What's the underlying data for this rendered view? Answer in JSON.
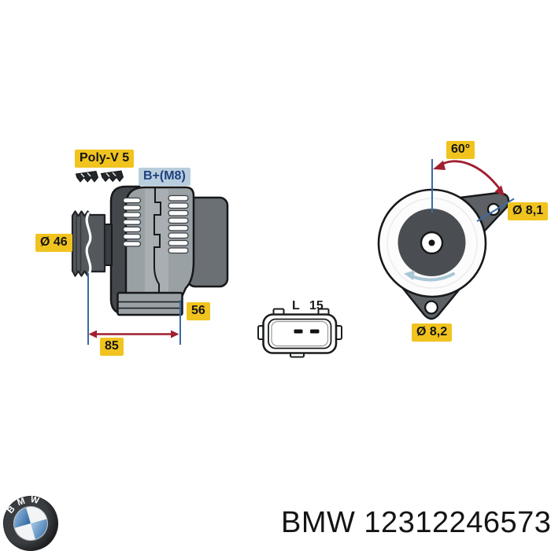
{
  "page": {
    "background": "#ffffff"
  },
  "product_diagram": {
    "side_view": {
      "belt_label": "Poly-V 5",
      "terminal_label": "B+(M8)",
      "pulley_diameter_label": "Ø 46",
      "depth_label": "56",
      "length_label": "85"
    },
    "front_view": {
      "angle_label": "60°",
      "top_hole_label": "Ø 8,1",
      "bottom_hole_label": "Ø 8,2"
    },
    "connector": {
      "pin_left_label": "L",
      "pin_right_label": "15"
    },
    "colors": {
      "dimension_label_bg": "#f1c31e",
      "terminal_label_bg": "#b9cedd",
      "terminal_label_text": "#21407e",
      "dimension_line_blue": "#3a6ba6",
      "dimension_arrow_red": "#a01f30",
      "rotation_arrow_blue": "#a9c7d5",
      "bmw_logo_blue": "#2b64a3"
    }
  },
  "footer": {
    "logo_letters": "BMW",
    "caption": "BMW 12312246573"
  }
}
